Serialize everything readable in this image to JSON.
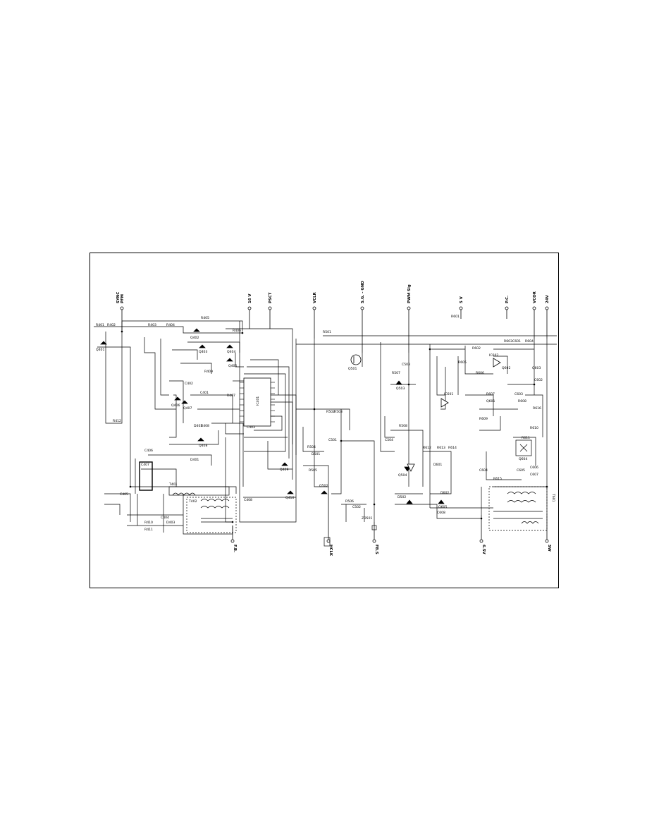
{
  "diagram": {
    "type": "electronic schematic",
    "net_labels": [
      "PFM",
      "SYNC",
      "16 V",
      "PSCT",
      "VCLR",
      "S.G. - GND",
      "PWM Sig",
      "5 V",
      "P.C.",
      "VCOR",
      "24V",
      "F.B.",
      "HCLK",
      "FB.S",
      "6.5V",
      "SW"
    ],
    "parts_left": [
      "Q401",
      "Q402",
      "Q403",
      "Q404",
      "Q405",
      "Q406",
      "Q407",
      "Q408",
      "Q409",
      "Q410",
      "IC401",
      "R401",
      "R402",
      "R403",
      "R404",
      "R405",
      "R406",
      "R407",
      "R408",
      "R409",
      "R410",
      "R411",
      "R412",
      "C401",
      "C402",
      "C403",
      "C404",
      "C405",
      "C406",
      "C407",
      "C408",
      "D401",
      "D402",
      "D403",
      "T401",
      "T402"
    ],
    "parts_mid": [
      "Q501",
      "Q502",
      "Q503",
      "Q504",
      "R501",
      "R502",
      "R503",
      "R504",
      "R505",
      "R506",
      "R507",
      "R508",
      "C501",
      "C502",
      "C503",
      "C504",
      "D501",
      "D502",
      "ZD501"
    ],
    "parts_right": [
      "Q601",
      "Q602",
      "Q603",
      "Q604",
      "Q605",
      "IC601",
      "IC602",
      "R601",
      "R602",
      "R603",
      "R604",
      "R605",
      "R606",
      "R607",
      "R608",
      "R609",
      "R610",
      "R611",
      "R612",
      "R613",
      "R614",
      "R615",
      "R616",
      "C601",
      "C602",
      "C603",
      "C604",
      "C605",
      "C606",
      "C607",
      "C608",
      "D601",
      "D602",
      "T601"
    ]
  }
}
